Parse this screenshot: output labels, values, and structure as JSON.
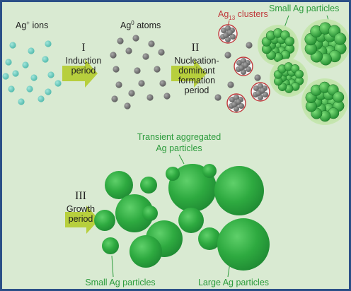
{
  "labels": {
    "ag_ions_prefix": "Ag",
    "ag_ions_sup": "+",
    "ag_ions_suffix": " ions",
    "ag_atoms_prefix": "Ag",
    "ag_atoms_sup": "0",
    "ag_atoms_suffix": " atoms",
    "ag13_prefix": "Ag",
    "ag13_sub": "13",
    "ag13_suffix": " clusters",
    "small_particles_top": "Small Ag particles",
    "transient_line1": "Transient aggregated",
    "transient_line2": "Ag particles",
    "small_particles_bottom": "Small Ag particles",
    "large_particles": "Large Ag particles"
  },
  "stages": [
    {
      "numeral": "I",
      "lines": [
        "Induction",
        "period"
      ]
    },
    {
      "numeral": "II",
      "lines": [
        "Nucleation-",
        "dominant",
        "formation",
        "period"
      ]
    },
    {
      "numeral": "III",
      "lines": [
        "Growth",
        "period"
      ]
    }
  ],
  "colors": {
    "panel_bg": "#d9ead2",
    "frame": "#2b4f87",
    "ion": "#66c9bd",
    "atom": "#707070",
    "cluster_outline": "#c0393b",
    "particle_green": "#27a33c",
    "particle_label": "#2c9b3c",
    "arrow": "#b7cf3d"
  }
}
